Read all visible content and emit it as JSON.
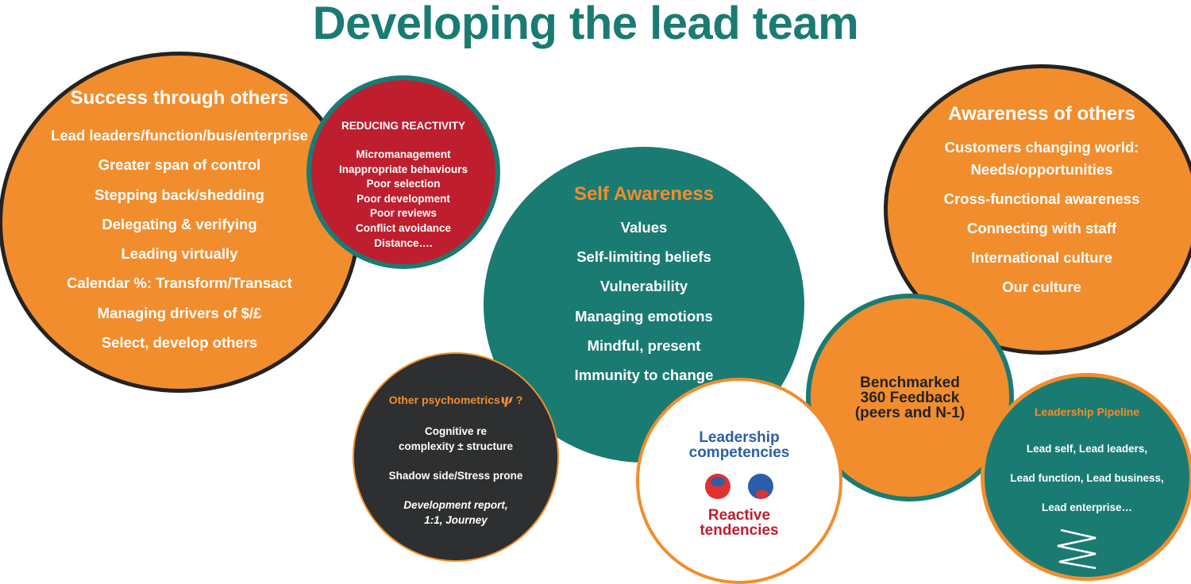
{
  "title": "Developing the lead team",
  "success": {
    "heading": "Success through others",
    "items": [
      "Lead leaders/function/bus/enterprise",
      "Greater span of control",
      "Stepping back/shedding",
      "Delegating & verifying",
      "Leading virtually",
      "Calendar %: Transform/Transact",
      "Managing drivers of $/£",
      "Select, develop others"
    ]
  },
  "reducing": {
    "heading": "REDUCING REACTIVITY",
    "items": [
      "Micromanagement",
      "Inappropriate behaviours",
      "Poor selection",
      "Poor development",
      "Poor reviews",
      "Conflict avoidance",
      "Distance…."
    ]
  },
  "self": {
    "heading": "Self Awareness",
    "items": [
      "Values",
      "Self-limiting beliefs",
      "Vulnerability",
      "Managing emotions",
      "Mindful, present",
      "Immunity to change"
    ]
  },
  "awareness": {
    "heading": "Awareness of others",
    "items": [
      "Customers changing world:",
      "Needs/opportunities",
      "Cross-functional awareness",
      "Connecting with staff",
      "International culture",
      "Our culture"
    ]
  },
  "benchmark": {
    "lines": [
      "Benchmarked",
      "360 Feedback",
      "(peers and N-1)"
    ]
  },
  "psychometrics": {
    "heading": "Other psychometrics",
    "symbol": "ψ",
    "suffix": " ?",
    "items": [
      "Cognitive re",
      "complexity ± structure",
      "Shadow side/Stress prone",
      "Development report,",
      "1:1, Journey"
    ]
  },
  "competencies": {
    "top": [
      "Leadership",
      "competencies"
    ],
    "bottom": [
      "Reactive",
      "tendencies"
    ],
    "colors": {
      "blue": "#2b5ea9",
      "red": "#e0312f"
    }
  },
  "pipeline": {
    "heading": "Leadership Pipeline",
    "items": [
      "Lead self, Lead leaders,",
      "Lead function, Lead business,",
      "Lead enterprise…"
    ],
    "icon": "zigzag-icon"
  },
  "colors": {
    "teal": "#1a7b73",
    "orange": "#f28d2d",
    "red": "#bf1e2e",
    "dark": "#2d2f30"
  }
}
